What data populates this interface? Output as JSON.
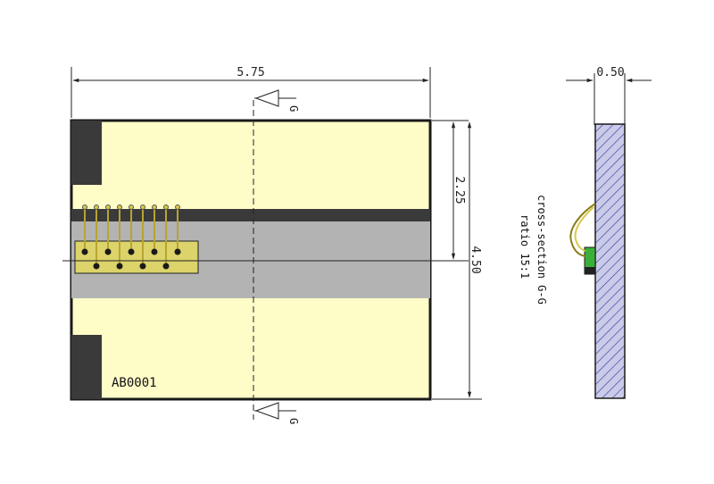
{
  "dimensions": {
    "width": "5.75",
    "height": "4.50",
    "strip_offset": "2.25",
    "thickness": "0.50"
  },
  "part_label": "AB0001",
  "section_marker": "G",
  "cross_section": {
    "line1": "cross-section G-G",
    "line2": "ratio 15:1"
  },
  "colors": {
    "board_fill": "#fefdc8",
    "outline": "#1a1a1a",
    "dark_bar": "#3a3a3a",
    "gray_strip": "#b3b3b3",
    "connector_fill": "#dcd36a",
    "section_hatch": "#3b3ea0",
    "section_fill": "#c9cbe8",
    "component_green": "#3ab03a"
  }
}
